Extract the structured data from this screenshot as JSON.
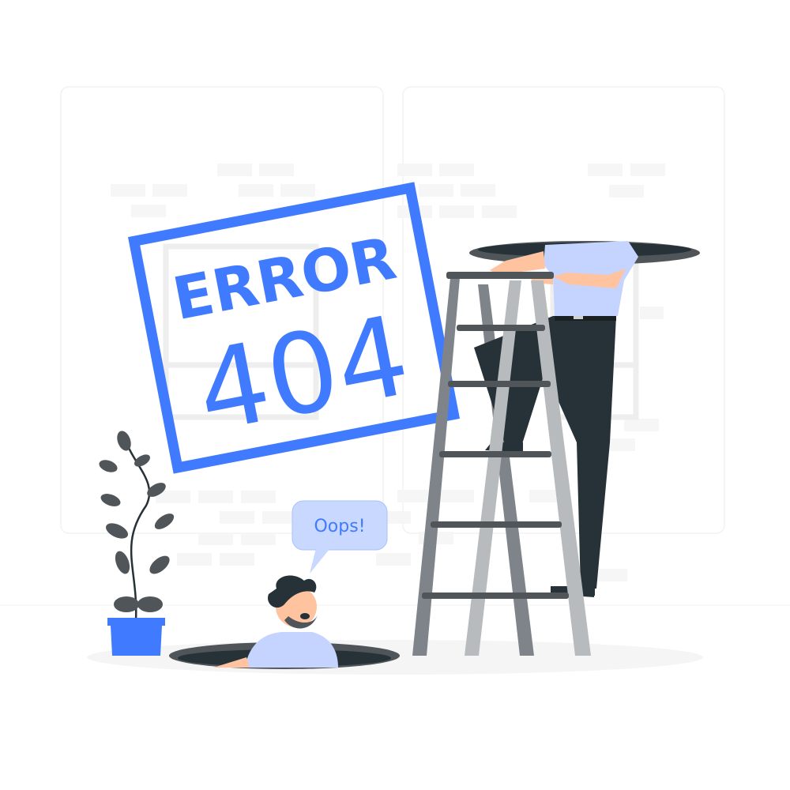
{
  "stamp": {
    "line1": "ERROR",
    "line2": "404"
  },
  "speech_bubble": {
    "text": "Oops!"
  },
  "colors": {
    "accent": "#407bff",
    "dark": "#263238",
    "shirt": "#c5d4ff",
    "skin": "#ffc3a0",
    "ladder_dark": "#7e848a",
    "ladder_light": "#b7bbbe"
  }
}
